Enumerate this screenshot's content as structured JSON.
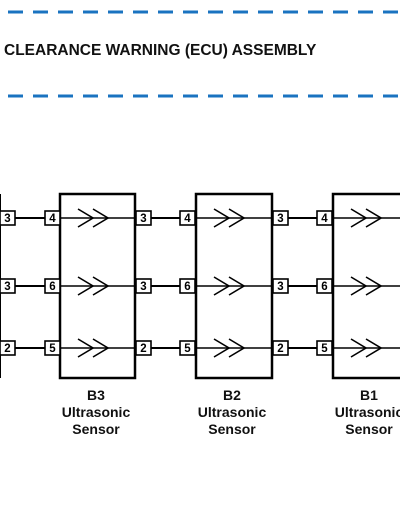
{
  "title": "CLEARANCE WARNING (ECU) ASSEMBLY",
  "colors": {
    "dash_line": "#1a73c0",
    "wire": "#000000",
    "text": "#111111",
    "background": "#ffffff"
  },
  "left_connector_pins": [
    "3",
    "3",
    "2"
  ],
  "sensors": [
    {
      "id": "B3",
      "line1": "Ultrasonic",
      "line2": "Sensor",
      "input_pins": [
        "4",
        "6",
        "5"
      ],
      "output_pins": [
        "3",
        "3",
        "2"
      ]
    },
    {
      "id": "B2",
      "line1": "Ultrasonic",
      "line2": "Sensor",
      "input_pins": [
        "4",
        "6",
        "5"
      ],
      "output_pins": [
        "3",
        "3",
        "2"
      ]
    },
    {
      "id": "B1",
      "line1": "Ultrasonic",
      "line2": "Sensor",
      "input_pins": [
        "4",
        "6",
        "5"
      ],
      "output_pins": []
    }
  ]
}
